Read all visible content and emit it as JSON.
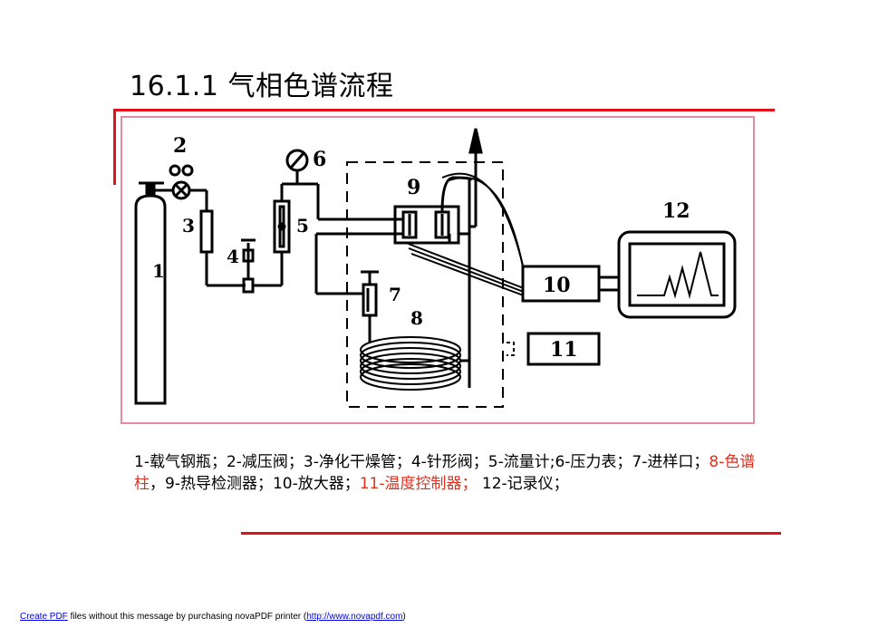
{
  "title": "16.1.1  气相色谱流程",
  "figure": {
    "labels": [
      "1",
      "2",
      "3",
      "4",
      "5",
      "6",
      "7",
      "8",
      "9",
      "10",
      "11",
      "12"
    ]
  },
  "caption": {
    "part1": "1-载气钢瓶；2-减压阀；3-净化干燥管；4-针形阀；5-流量计;6-压力表；7-进样口；",
    "part2_red": "8-色谱柱",
    "part3": "，9-热导检测器；10-放大器；",
    "part4_red": "11-温度控制器；",
    "part5": " 12-记录仪；"
  },
  "footer": {
    "link1": "Create PDF",
    "text1": " files without this message by purchasing novaPDF printer (",
    "link2": "http://www.novapdf.com",
    "text2": ")"
  },
  "colors": {
    "accent_red": "#e0131a",
    "caption_red": "#e0301e",
    "frame_pink": "#e68aa0"
  }
}
